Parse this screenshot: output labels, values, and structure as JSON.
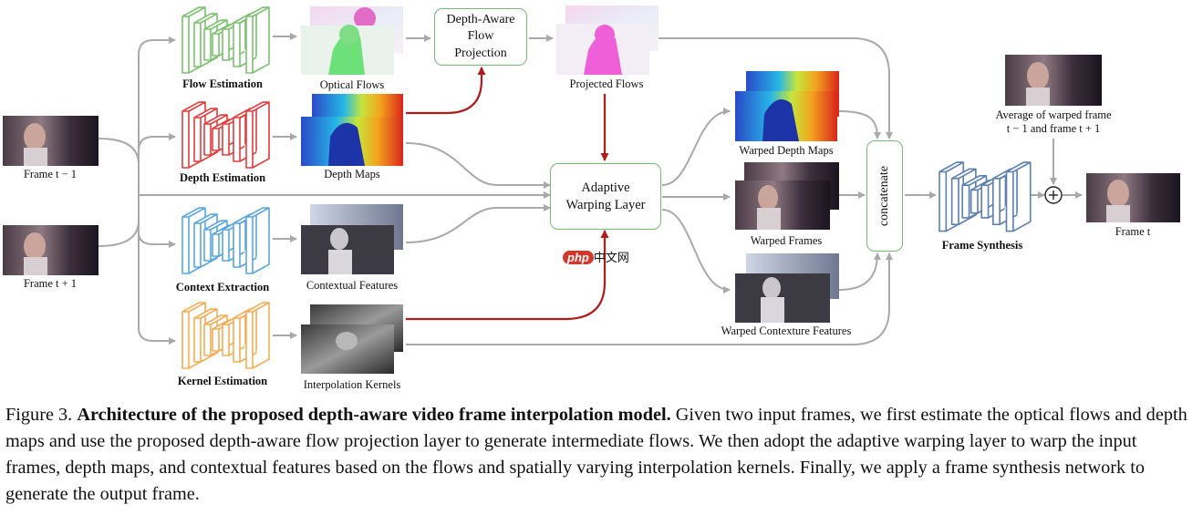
{
  "inputs": {
    "frame_prev": "Frame t − 1",
    "frame_next": "Frame t + 1"
  },
  "networks": {
    "flow": "Flow Estimation",
    "depth": "Depth Estimation",
    "context": "Context Extraction",
    "kernel": "Kernel Estimation",
    "synthesis": "Frame Synthesis"
  },
  "outputs_stage1": {
    "optical_flows": "Optical Flows",
    "depth_maps": "Depth Maps",
    "contextual_features": "Contextual Features",
    "interpolation_kernels": "Interpolation Kernels"
  },
  "modules": {
    "projection": "Depth-Aware Flow Projection",
    "projected_flows": "Projected Flows",
    "warping": "Adaptive Warping Layer",
    "concatenate": "concatenate"
  },
  "warped": {
    "depth": "Warped Depth Maps",
    "frames": "Warped Frames",
    "context": "Warped Contexture Features"
  },
  "average": {
    "line1": "Average of warped frame",
    "line2": "t − 1 and frame t + 1"
  },
  "output": {
    "frame": "Frame t",
    "plus": "+"
  },
  "watermark": {
    "pill": "php",
    "text": "中文网"
  },
  "colors": {
    "flow": "#7cc070",
    "depth": "#e23c3c",
    "context": "#5aa6dc",
    "kernel": "#f4ad55",
    "synthesis": "#5a7fb0",
    "red_arrow": "#b01c1c",
    "gray_arrow": "#a9a9a9",
    "box_border": "#7ab87a"
  },
  "caption": {
    "figure": "Figure 3.",
    "title": "Architecture of the proposed depth-aware video frame interpolation model.",
    "body": "Given two input frames, we first estimate the optical flows and depth maps and use the proposed depth-aware flow projection layer to generate intermediate flows. We then adopt the adaptive warping layer to warp the input frames, depth maps, and contextual features based on the flows and spatially varying interpolation kernels. Finally, we apply a frame synthesis network to generate the output frame."
  }
}
